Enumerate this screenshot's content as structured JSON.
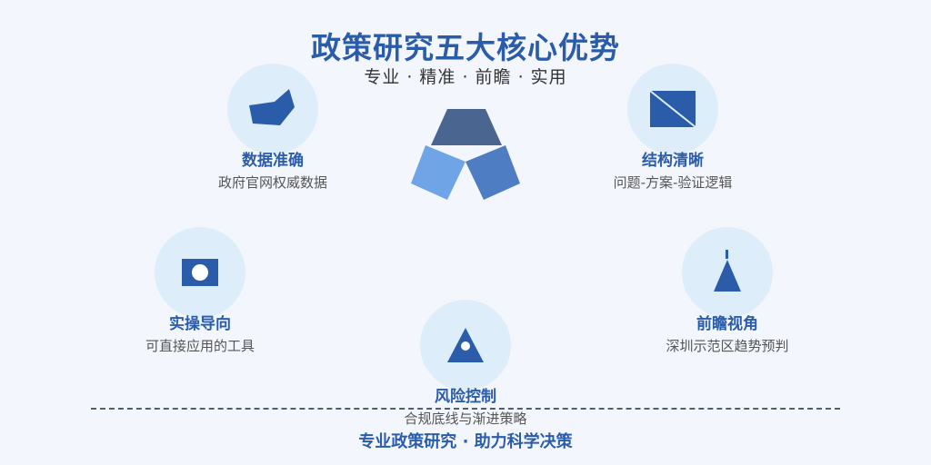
{
  "header": {
    "title": "政策研究五大核心优势",
    "subtitle": "专业 · 精准 · 前瞻 · 实用"
  },
  "items": [
    {
      "title": "数据准确",
      "desc": "政府官网权威数据",
      "icon": "cup-icon"
    },
    {
      "title": "结构清晰",
      "desc": "问题-方案-验证逻辑",
      "icon": "split-square-icon"
    },
    {
      "title": "实操导向",
      "desc": "可直接应用的工具",
      "icon": "toolbox-icon"
    },
    {
      "title": "前瞻视角",
      "desc": "深圳示范区趋势预判",
      "icon": "tower-icon"
    },
    {
      "title": "风险控制",
      "desc": "合规底线与渐进策略",
      "icon": "warning-icon"
    }
  ],
  "footer": {
    "text": "专业政策研究 · 助力科学决策"
  },
  "colors": {
    "accent": "#2a5caa",
    "circle_bg": "#deedfa",
    "background": "#f3f7fd",
    "logo_top": "#4a6590",
    "logo_left": "#6fa5e6",
    "logo_right": "#4e7dc4"
  }
}
